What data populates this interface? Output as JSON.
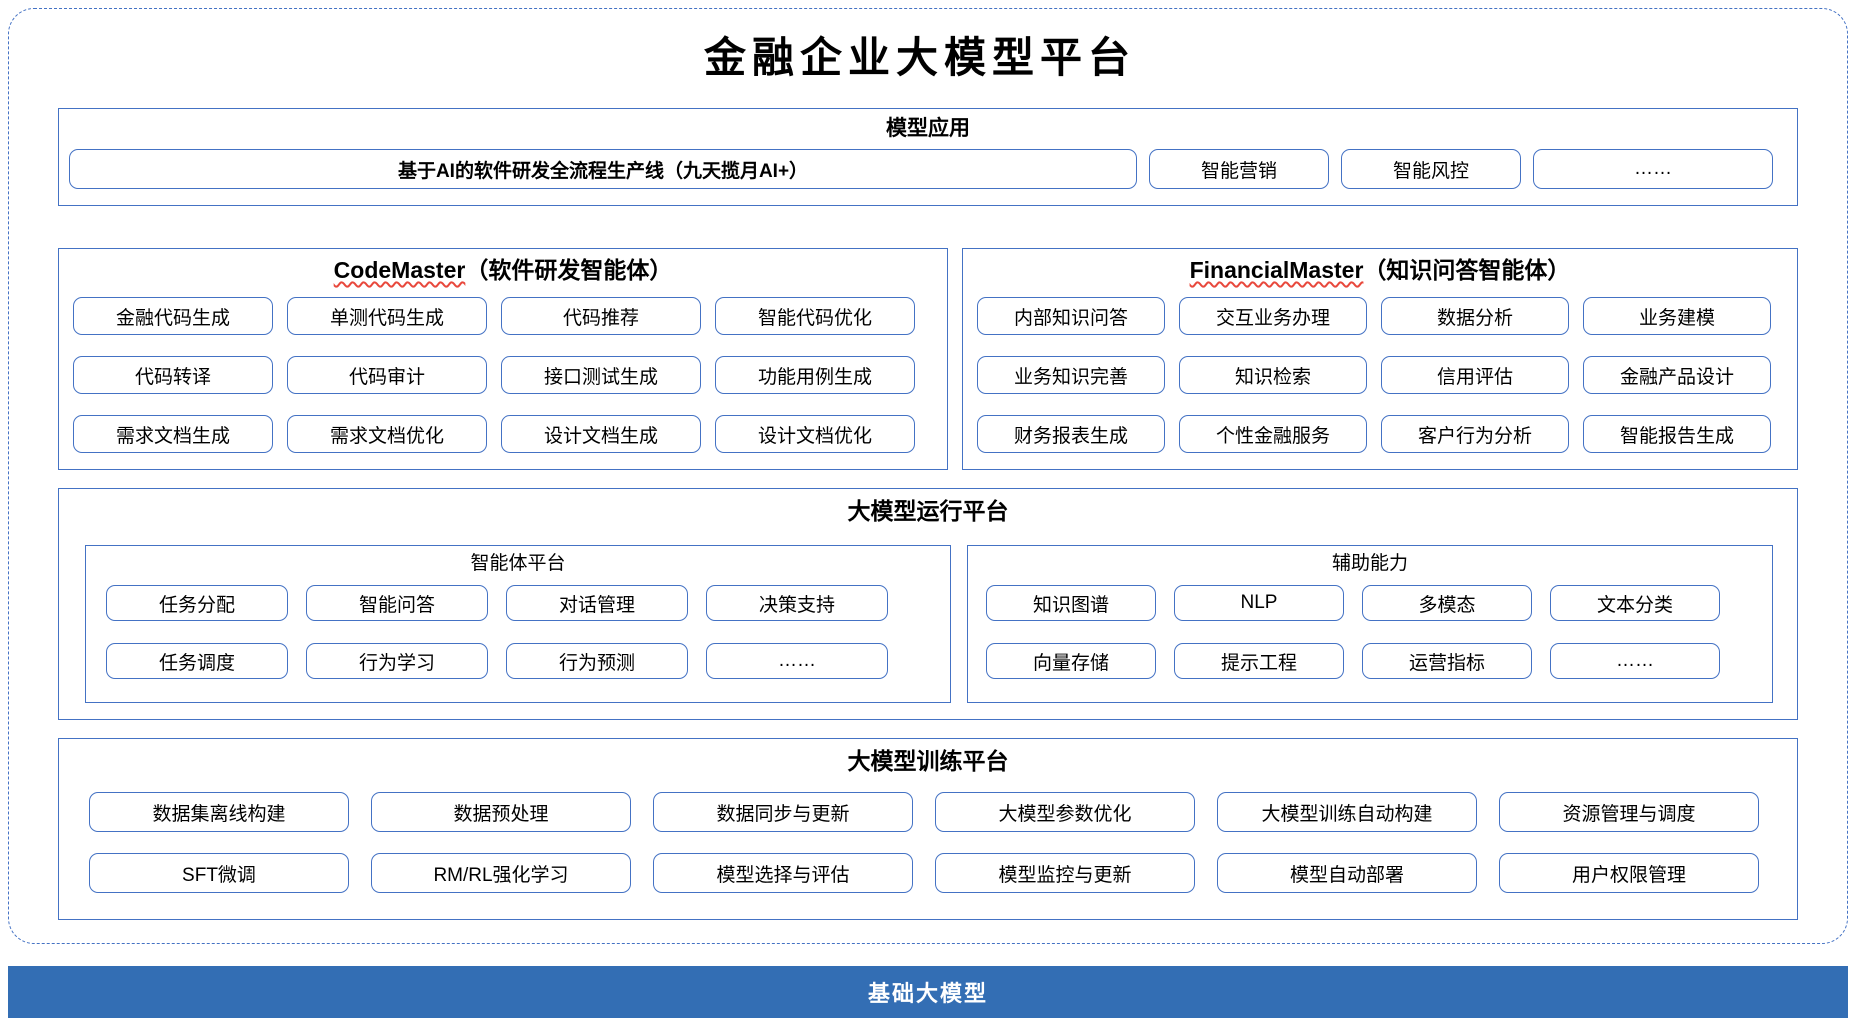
{
  "title": "金融企业大模型平台",
  "sections": {
    "app": {
      "title": "模型应用",
      "primary_chip": "基于AI的软件研发全流程生产线（九天揽月AI+）",
      "chips": [
        "智能营销",
        "智能风控",
        "……"
      ]
    },
    "code_master": {
      "name": "CodeMaster",
      "suffix": "（软件研发智能体）",
      "rows": [
        [
          "金融代码生成",
          "单测代码生成",
          "代码推荐",
          "智能代码优化"
        ],
        [
          "代码转译",
          "代码审计",
          "接口测试生成",
          "功能用例生成"
        ],
        [
          "需求文档生成",
          "需求文档优化",
          "设计文档生成",
          "设计文档优化"
        ]
      ]
    },
    "financial_master": {
      "name": "FinancialMaster",
      "suffix": "（知识问答智能体）",
      "rows": [
        [
          "内部知识问答",
          "交互业务办理",
          "数据分析",
          "业务建模"
        ],
        [
          "业务知识完善",
          "知识检索",
          "信用评估",
          "金融产品设计"
        ],
        [
          "财务报表生成",
          "个性金融服务",
          "客户行为分析",
          "智能报告生成"
        ]
      ]
    },
    "runtime": {
      "title": "大模型运行平台",
      "agent_platform": {
        "title": "智能体平台",
        "rows": [
          [
            "任务分配",
            "智能问答",
            "对话管理",
            "决策支持"
          ],
          [
            "任务调度",
            "行为学习",
            "行为预测",
            "……"
          ]
        ]
      },
      "aux_capability": {
        "title": "辅助能力",
        "rows": [
          [
            "知识图谱",
            "NLP",
            "多模态",
            "文本分类"
          ],
          [
            "向量存储",
            "提示工程",
            "运营指标",
            "……"
          ]
        ]
      }
    },
    "training": {
      "title": "大模型训练平台",
      "rows": [
        [
          "数据集离线构建",
          "数据预处理",
          "数据同步与更新",
          "大模型参数优化",
          "大模型训练自动构建",
          "资源管理与调度"
        ],
        [
          "SFT微调",
          "RM/RL强化学习",
          "模型选择与评估",
          "模型监控与更新",
          "模型自动部署",
          "用户权限管理"
        ]
      ]
    },
    "base_model": {
      "label": "基础大模型"
    }
  },
  "colors": {
    "outline": "#4472c4",
    "banner": "#336eb4",
    "squiggle": "#e8483c",
    "text": "#000000"
  }
}
